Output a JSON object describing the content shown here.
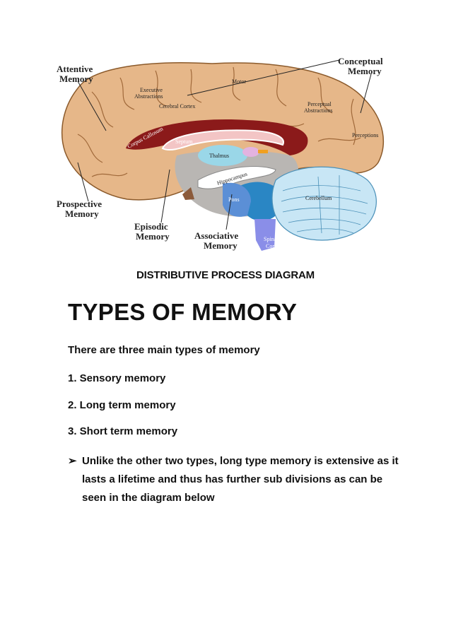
{
  "diagram": {
    "labels": {
      "attentive": [
        "Attentive",
        "Memory"
      ],
      "conceptual": [
        "Conceptual",
        "Memory"
      ],
      "prospective": [
        "Prospective",
        "Memory"
      ],
      "episodic": [
        "Episodic",
        "Memory"
      ],
      "associative": [
        "Associative",
        "Memory"
      ]
    },
    "regions": {
      "executive": [
        "Executive",
        "Abstractions"
      ],
      "motor": "Motor",
      "cortex": "Cerebral Cortex",
      "perceptual": [
        "Perceptual",
        "Abstractions"
      ],
      "perceptions": "Perceptions",
      "corpus": "Corpus Callosum",
      "septum": "Septum",
      "thalmus": "Thalmus",
      "hippocampus": "Hippocampus",
      "pons": "Pons",
      "cerebellum": "Cerebellum",
      "spinal": [
        "Spinal",
        "Cord"
      ]
    }
  },
  "caption": "DISTRIBUTIVE PROCESS DIAGRAM",
  "heading": "TYPES OF MEMORY",
  "intro": "There are three main types of memory",
  "list": [
    "1. Sensory memory",
    "2. Long term memory",
    "3. Short term memory"
  ],
  "bullet": {
    "marker": "➢",
    "text": "Unlike the other two types, long type memory is extensive as it lasts a lifetime and thus has further sub divisions as can be seen in the diagram below"
  }
}
